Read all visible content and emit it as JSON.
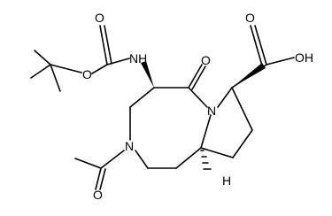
{
  "molecule": {
    "atoms": {
      "nh": "NH",
      "o_carbamate_carbonyl": "O",
      "o_carbamate_ester": "O",
      "o_ring_ketone": "O",
      "n_ring_amide": "N",
      "o_acid_carbonyl": "O",
      "oh_acid": "OH",
      "n_ring_acetyl": "N",
      "o_acetyl": "O",
      "h_stereo": "H"
    },
    "colors": {
      "ink": "#000000",
      "background": "#ffffff"
    }
  }
}
